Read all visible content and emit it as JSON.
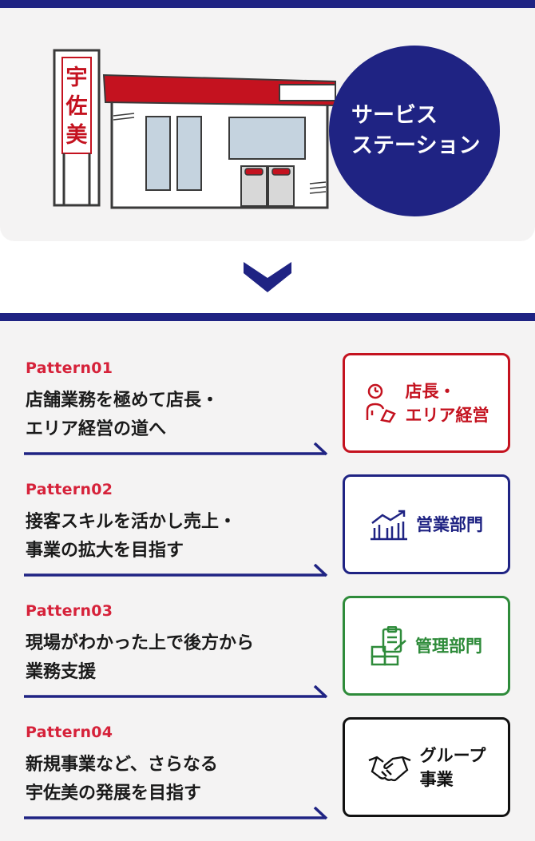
{
  "hero": {
    "store_sign": "宇佐美",
    "circle_lines": [
      "サービス",
      "ステーション"
    ]
  },
  "patterns": [
    {
      "label": "Pattern01",
      "text_lines": [
        "店舗業務を極めて店長・",
        "エリア経営の道へ"
      ],
      "dept_lines": [
        "店長・",
        "エリア経営"
      ],
      "dept_icon": "manager-clock-icon",
      "color": "#c4121f"
    },
    {
      "label": "Pattern02",
      "text_lines": [
        "接客スキルを活かし売上・",
        "事業の拡大を目指す"
      ],
      "dept_lines": [
        "営業部門"
      ],
      "dept_icon": "bar-chart-growth-icon",
      "color": "#1f2383"
    },
    {
      "label": "Pattern03",
      "text_lines": [
        "現場がわかった上で後方から",
        "業務支援"
      ],
      "dept_lines": [
        "管理部門"
      ],
      "dept_icon": "clipboard-boxes-icon",
      "color": "#2e8b3a"
    },
    {
      "label": "Pattern04",
      "text_lines": [
        "新規事業など、さらなる",
        "宇佐美の発展を目指す"
      ],
      "dept_lines": [
        "グループ",
        "事業"
      ],
      "dept_icon": "handshake-icon",
      "color": "#111111"
    }
  ],
  "colors": {
    "navy": "#1f2383",
    "red": "#d6223a",
    "background": "#f4f3f3"
  }
}
